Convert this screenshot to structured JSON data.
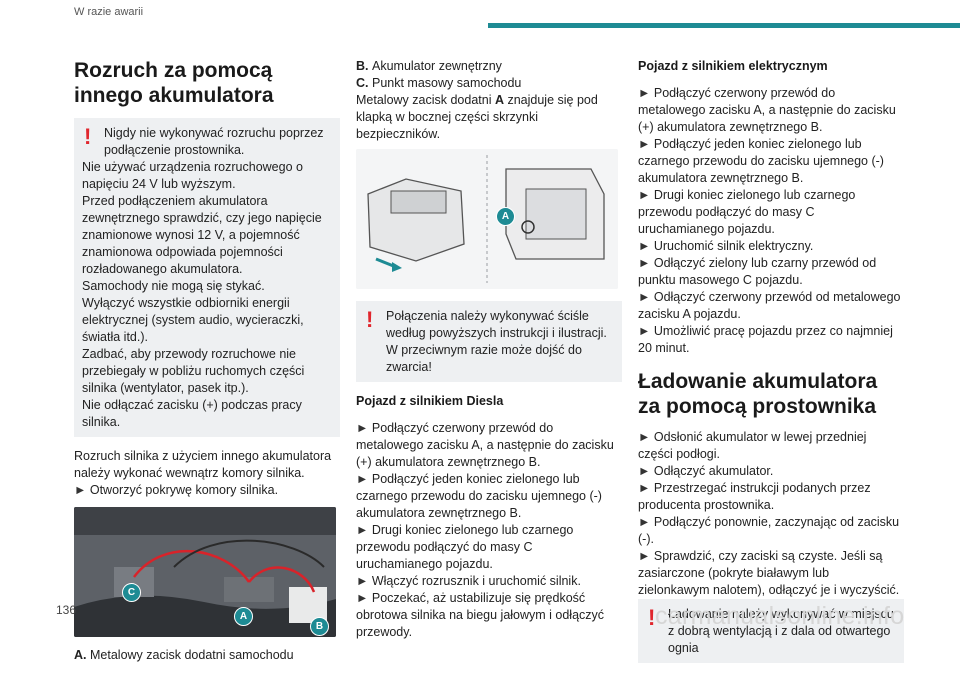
{
  "header": {
    "section": "W razie awarii",
    "page_number": "136"
  },
  "watermark": "carmanualsonline.info",
  "col1": {
    "title": "Rozruch za pomocą innego akumulatora",
    "warning": [
      "Nigdy nie wykonywać rozruchu poprzez podłączenie prostownika.",
      "Nie używać urządzenia rozruchowego o napięciu 24 V lub wyższym.",
      "Przed podłączeniem akumulatora zewnętrznego sprawdzić, czy jego napięcie znamionowe wynosi 12 V, a pojemność znamionowa odpowiada pojemności rozładowanego akumulatora.",
      "Samochody nie mogą się stykać.",
      "Wyłączyć wszystkie odbiorniki energii elektrycznej (system audio, wycieraczki, światła itd.).",
      "Zadbać, aby przewody rozruchowe nie przebiegały w pobliżu ruchomych części silnika (wentylator, pasek itp.).",
      "Nie odłączać zacisku (+) podczas pracy silnika."
    ],
    "intro": "Rozruch silnika z użyciem innego akumulatora należy wykonać wewnątrz komory silnika.",
    "step": "Otworzyć pokrywę komory silnika.",
    "photo_badges": [
      "C",
      "A",
      "B"
    ],
    "legend_a_key": "A.",
    "legend_a": "Metalowy zacisk dodatni samochodu"
  },
  "col2": {
    "legend": [
      {
        "key": "B.",
        "text": "Akumulator zewnętrzny"
      },
      {
        "key": "C.",
        "text": "Punkt masowy samochodu"
      }
    ],
    "para_pre": "Metalowy zacisk dodatni ",
    "para_bold": "A",
    "para_post": " znajduje się pod klapką w bocznej części skrzynki bezpieczników.",
    "photo_badge": "A",
    "warning": "Połączenia należy wykonywać ściśle według powyższych instrukcji i ilustracji. W przeciwnym razie może dojść do zwarcia!",
    "diesel_title": "Pojazd z silnikiem Diesla",
    "steps": [
      "Podłączyć czerwony przewód do metalowego zacisku A, a następnie do zacisku (+) akumulatora zewnętrznego B.",
      "Podłączyć jeden koniec zielonego lub czarnego przewodu do zacisku ujemnego (-) akumulatora zewnętrznego B.",
      "Drugi koniec zielonego lub czarnego przewodu podłączyć do masy C uruchamianego pojazdu.",
      "Włączyć rozrusznik i uruchomić silnik.",
      "Poczekać, aż ustabilizuje się prędkość obrotowa silnika na biegu jałowym i odłączyć przewody."
    ]
  },
  "col3": {
    "electric_title": "Pojazd z silnikiem elektrycznym",
    "steps": [
      "Podłączyć czerwony przewód do metalowego zacisku A, a następnie do zacisku (+) akumulatora zewnętrznego B.",
      "Podłączyć jeden koniec zielonego lub czarnego przewodu do zacisku ujemnego (-) akumulatora zewnętrznego B.",
      "Drugi koniec zielonego lub czarnego przewodu podłączyć do masy C uruchamianego pojazdu.",
      "Uruchomić silnik elektryczny.",
      "Odłączyć zielony lub czarny przewód od punktu masowego C pojazdu.",
      "Odłączyć czerwony przewód od metalowego zacisku A pojazdu.",
      "Umożliwić pracę pojazdu przez co najmniej 20 minut."
    ],
    "charging_title": "Ładowanie akumulatora za pomocą prostownika",
    "charging_steps": [
      "Odsłonić akumulator w lewej przedniej części podłogi.",
      "Odłączyć akumulator.",
      "Przestrzegać instrukcji podanych przez producenta prostownika.",
      "Podłączyć ponownie, zaczynając od zacisku (-).",
      "Sprawdzić, czy zaciski są czyste. Jeśli są zasiarczone (pokryte białawym lub zielonkawym nalotem), odłączyć je i wyczyścić."
    ],
    "warning": "Ładowanie należy wykonywać w miejscu z dobrą wentylacją i z dala od otwartego ognia"
  },
  "colors": {
    "accent": "#1e8b94",
    "warning": "#e0262d",
    "warning_bg": "#eef0f2"
  },
  "icons": {
    "step_marker": "►",
    "warning": "exclamation-icon"
  }
}
